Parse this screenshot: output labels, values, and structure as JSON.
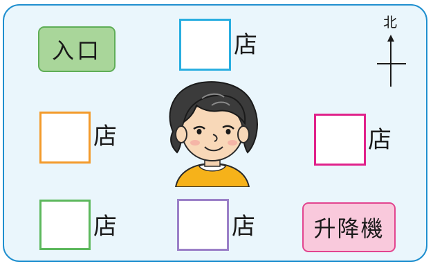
{
  "entrance_label": "入口",
  "elevator_label": "升降機",
  "compass": {
    "north_label": "北"
  },
  "shops": [
    {
      "suffix": "店",
      "color": "#29aee0"
    },
    {
      "suffix": "店",
      "color": "#f39a2a"
    },
    {
      "suffix": "店",
      "color": "#e0218a"
    },
    {
      "suffix": "店",
      "color": "#5cb85c"
    },
    {
      "suffix": "店",
      "color": "#9b80c8"
    }
  ],
  "colors": {
    "panel_fill": "#eaf6fc",
    "panel_border": "#1f8fcf",
    "entrance_fill": "#a9d69a",
    "elevator_fill": "#f9c9dc"
  }
}
